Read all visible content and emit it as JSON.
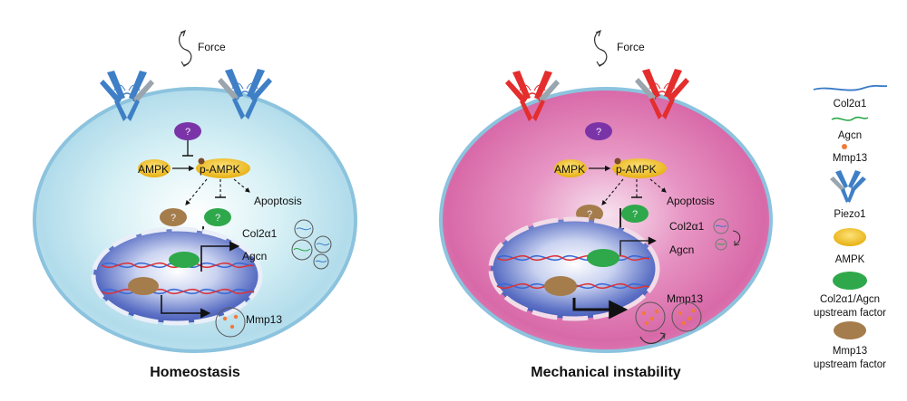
{
  "panels": [
    {
      "title": "Homeostasis",
      "force": "Force",
      "ampk": "AMPK",
      "p_ampk": "p-AMPK",
      "apoptosis": "Apoptosis",
      "unknown": "?",
      "col2a1": "Col2α1",
      "agcn": "Agcn",
      "mmp13": "Mmp13"
    },
    {
      "title": "Mechanical instability",
      "force": "Force",
      "ampk": "AMPK",
      "p_ampk": "p-AMPK",
      "apoptosis": "Apoptosis",
      "unknown": "?",
      "col2a1": "Col2α1",
      "agcn": "Agcn",
      "mmp13": "Mmp13"
    }
  ],
  "legend": {
    "items": [
      {
        "label": "Col2α1",
        "icon": "col2a1-wave-icon"
      },
      {
        "label": "Agcn",
        "icon": "agcn-wave-icon"
      },
      {
        "label": "Mmp13",
        "icon": "mmp13-dot-icon"
      },
      {
        "label": "Piezo1",
        "icon": "piezo1-channel-icon"
      },
      {
        "label": "AMPK",
        "icon": "ampk-oval-icon"
      },
      {
        "label": "Col2α1/Agcn",
        "label2": "upstream factor",
        "icon": "green-oval-icon"
      },
      {
        "label": "Mmp13",
        "label2": "upstream factor",
        "icon": "brown-oval-icon"
      }
    ]
  },
  "colors": {
    "cell_border": "#8cc3de",
    "homeostasis_fill": "#bfe3ee",
    "instability_fill": "#e07fb3",
    "piezo_blue": "#3f7fc6",
    "piezo_red": "#e42d2d",
    "ampk": "#f3c332",
    "green_factor": "#2ea84a",
    "brown_factor": "#a57c4b",
    "purple_unknown": "#7b34a8",
    "mmp13": "#f07a3a"
  }
}
